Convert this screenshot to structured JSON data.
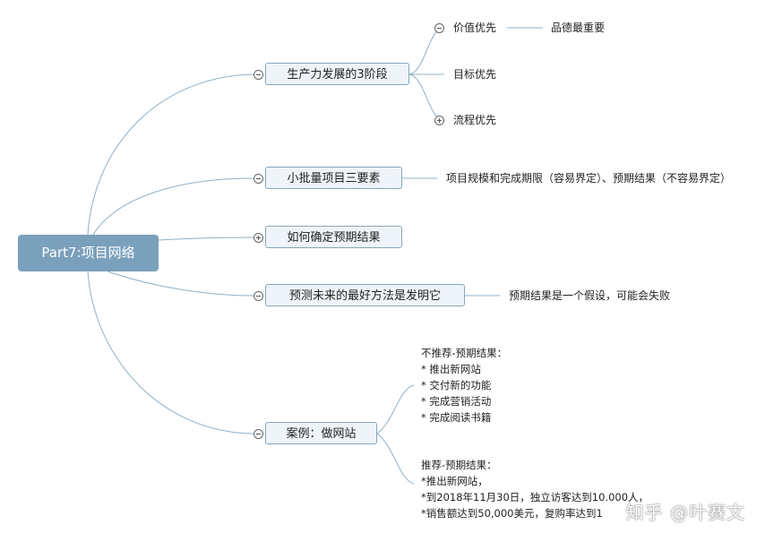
{
  "root": {
    "label": "Part7:项目网络"
  },
  "branches": [
    {
      "label": "生产力发展的3阶段",
      "children": [
        {
          "label": "价值优先",
          "note": "品德最重要"
        },
        {
          "label": "目标优先"
        },
        {
          "label": "流程优先"
        }
      ]
    },
    {
      "label": "小批量项目三要素",
      "note": "项目规模和完成期限（容易界定）、预期结果（不容易界定）"
    },
    {
      "label": "如何确定预期结果"
    },
    {
      "label": "预测未来的最好方法是发明它",
      "note": "预期结果是一个假设，可能会失败"
    },
    {
      "label": "案例：做网站",
      "groups": [
        {
          "lines": [
            "不推荐-预期结果：",
            "* 推出新网站",
            "* 交付新的功能",
            "* 完成营销活动",
            "* 完成阅读书籍"
          ]
        },
        {
          "lines": [
            "推荐-预期结果：",
            "*推出新网站，",
            "*到2018年11月30日，独立访客达到10.000人，",
            "*销售额达到50,000美元，复购率达到1"
          ]
        }
      ]
    }
  ],
  "watermark": "知乎 @叶赛文",
  "colors": {
    "root_fill": "#7aa0bc",
    "topic_fill": "#eef4f9",
    "topic_border": "#86a6bf",
    "line": "#8fb0c8"
  }
}
